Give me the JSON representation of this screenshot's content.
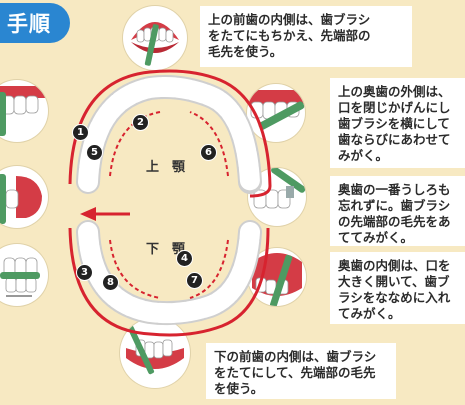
{
  "title": "手順",
  "notes": {
    "upper_front_inside": "上の前歯の内側は、歯ブラシ\nをたてにもちかえ、先端部の\n毛先を使う。",
    "upper_back_outside": "上の奥歯の外側は、\n口を閉じかげんにし\n歯ブラシを横にして\n歯ならびにあわせて\nみがく。",
    "back_most": "奥歯の一番うしろも\n忘れずに。歯ブラシ\nの先端部の毛先をあ\nててみがく。",
    "lower_back_inside": "奥歯の内側は、口を\n大きく開いて、歯ブ\nラシをななめに入れ\nてみがく。",
    "lower_front_inside": "下の前歯の内側は、歯ブラシ\nをたてにして、先端部の毛先\nを使う。"
  },
  "jaw_labels": {
    "upper": "上　顎",
    "lower": "下　顎"
  },
  "steps": {
    "s1": "1",
    "s2": "2",
    "s3": "3",
    "s4": "4",
    "s5": "5",
    "s6": "6",
    "s7": "7",
    "s8": "8"
  },
  "colors": {
    "badge": "#2a86d1",
    "background": "#f7e9c2",
    "arrow": "#d7232f",
    "gum": "#d43c46",
    "brush_handle": "#4e9a62"
  }
}
